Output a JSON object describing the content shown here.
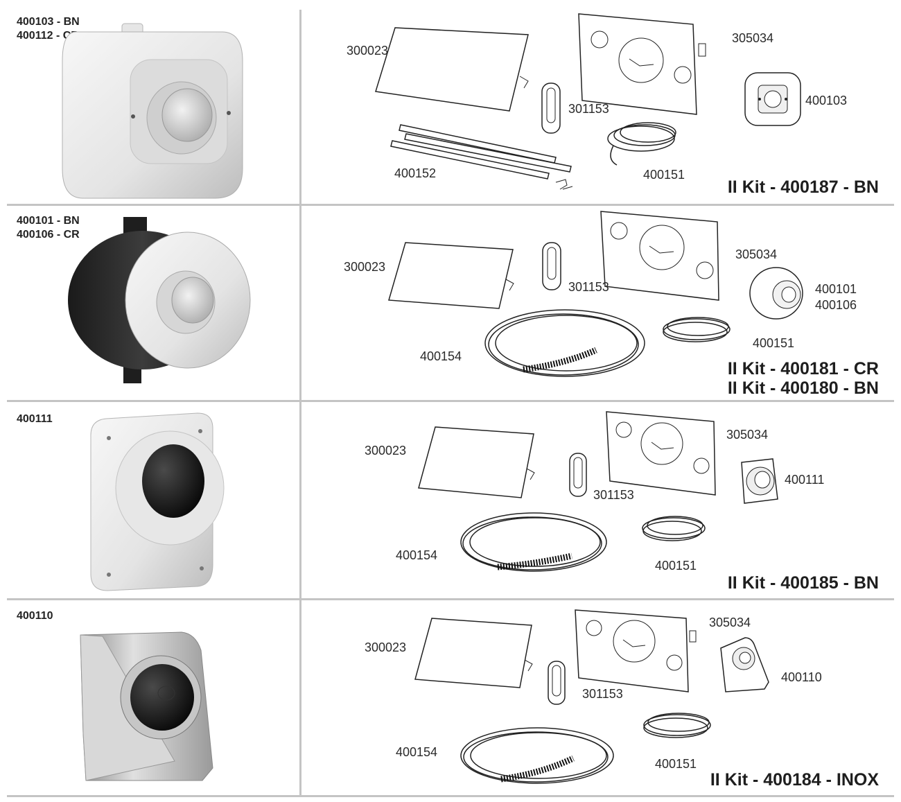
{
  "rows": [
    {
      "codes": [
        "400103 - BN",
        "400112 - CR"
      ],
      "labels": {
        "sheet": "300023",
        "plate": "305034",
        "clip": "301153",
        "unit": "400103",
        "rods": "400152",
        "cable": "400151"
      },
      "kits": [
        "II Kit - 400187 - BN"
      ]
    },
    {
      "codes": [
        "400101 - BN",
        "400106 - CR"
      ],
      "labels": {
        "sheet": "300023",
        "plate": "305034",
        "clip": "301153",
        "unit1": "400101",
        "unit2": "400106",
        "hose": "400154",
        "cable": "400151"
      },
      "kits": [
        "II Kit - 400181 - CR",
        "II Kit - 400180 - BN"
      ]
    },
    {
      "codes": [
        "400111"
      ],
      "labels": {
        "sheet": "300023",
        "plate": "305034",
        "clip": "301153",
        "unit": "400111",
        "hose": "400154",
        "cable": "400151"
      },
      "kits": [
        "II Kit - 400185 - BN"
      ]
    },
    {
      "codes": [
        "400110"
      ],
      "labels": {
        "sheet": "300023",
        "plate": "305034",
        "clip": "301153",
        "unit": "400110",
        "hose": "400154",
        "cable": "400151"
      },
      "kits": [
        "II Kit - 400184 - INOX"
      ]
    }
  ]
}
